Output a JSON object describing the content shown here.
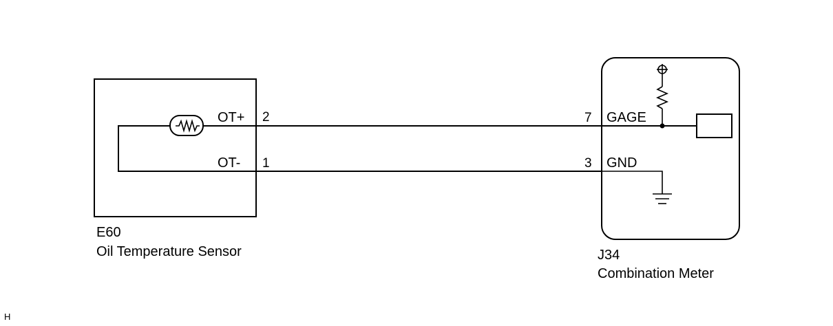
{
  "sensor": {
    "connector_id": "E60",
    "name": "Oil Temperature Sensor",
    "terminal_plus_label": "OT+",
    "terminal_minus_label": "OT-",
    "pin_plus": "2",
    "pin_minus": "1"
  },
  "meter": {
    "connector_id": "J34",
    "name": "Combination Meter",
    "terminal_gage_label": "GAGE",
    "terminal_gnd_label": "GND",
    "pin_gage": "7",
    "pin_gnd": "3"
  },
  "footer_mark": "H",
  "colors": {
    "line": "#000000",
    "background": "#ffffff"
  }
}
